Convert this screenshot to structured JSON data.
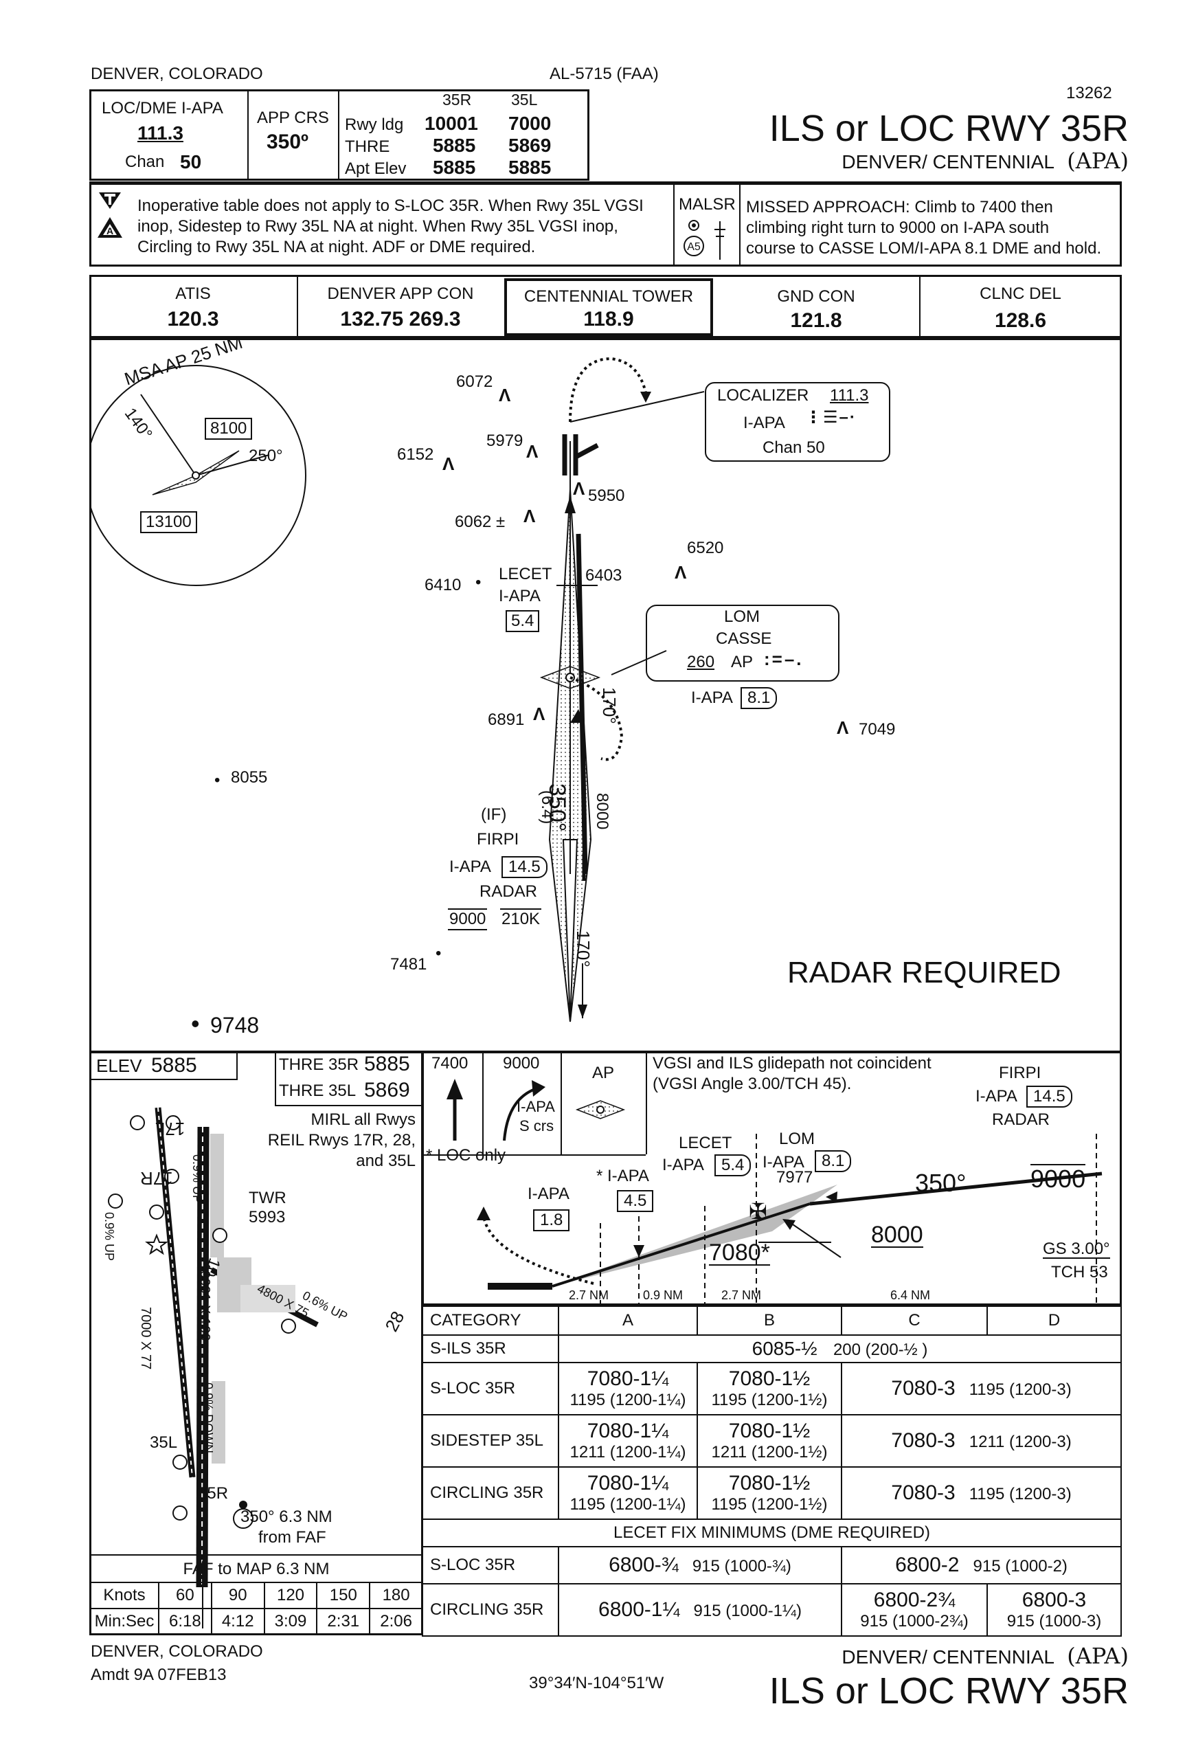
{
  "header": {
    "city": "DENVER, COLORADO",
    "ident": "AL-5715 (FAA)",
    "proc_number": "13262",
    "title": "ILS or LOC RWY 35R",
    "airport": "DENVER/ CENTENNIAL",
    "airport_code": "(APA)",
    "loc_label": "LOC/DME I-APA",
    "loc_freq": "111.3",
    "chan_label": "Chan",
    "chan_value": "50",
    "app_crs_label": "APP CRS",
    "app_crs_value": "350º",
    "rwy_col1": "35R",
    "rwy_col2": "35L",
    "rwy_ldg_label": "Rwy ldg",
    "rwy_ldg_35r": "10001",
    "rwy_ldg_35l": "7000",
    "thre_label": "THRE",
    "thre_35r": "5885",
    "thre_35l": "5869",
    "apt_elev_label": "Apt Elev",
    "apt_elev_35r": "5885",
    "apt_elev_35l": "5885"
  },
  "notes": {
    "line1": "Inoperative table does not apply to S-LOC 35R.  When Rwy 35L VGSI",
    "line2": "inop, Sidestep to Rwy 35L NA at night.  When Rwy 35L VGSI inop,",
    "line3": "Circling to Rwy 35L NA at night.  ADF or DME required.",
    "malsr": "MALSR",
    "missed_1": "MISSED APPROACH:  Climb to 7400 then",
    "missed_2": "climbing right turn to 9000 on I-APA south",
    "missed_3": "course to CASSE LOM/I-APA 8.1 DME and hold."
  },
  "comms": [
    {
      "label": "ATIS",
      "freq": "120.3"
    },
    {
      "label": "DENVER APP CON",
      "freq": "132.75  269.3"
    },
    {
      "label": "CENTENNIAL TOWER",
      "freq": "118.9"
    },
    {
      "label": "GND CON",
      "freq": "121.8"
    },
    {
      "label": "CLNC DEL",
      "freq": "128.6"
    }
  ],
  "planview": {
    "msa_label": "MSA AP 25 NM",
    "msa_140": "140°",
    "msa_250": "250°",
    "msa_alt_high": "8100",
    "msa_alt_low": "13100",
    "obstacles": [
      "6072",
      "5979",
      "6152",
      "5950",
      "6062 ±",
      "6520",
      "6410",
      "6403",
      "6891",
      "7049",
      "8055",
      "7481",
      "9748"
    ],
    "loc_box_title": "LOCALIZER",
    "loc_box_freq": "111.3",
    "loc_box_ident": "I-APA",
    "loc_box_chan": "Chan 50",
    "lecet": "LECET",
    "lecet_iapa": "I-APA",
    "lecet_dme": "5.4",
    "lom_label": "LOM",
    "casse": "CASSE",
    "casse_freq": "260",
    "casse_ident": "AP",
    "casse_iapa": "I-APA",
    "casse_dme": "8.1",
    "crs_170": "170°",
    "crs_350": "350°",
    "dist_64": "(6.4)",
    "alt_8000": "8000",
    "if_label": "(IF)",
    "firpi": "FIRPI",
    "firpi_iapa": "I-APA",
    "firpi_dme": "14.5",
    "radar": "RADAR",
    "firpi_alt": "9000",
    "firpi_spd": "210K",
    "crs_170b": "170°",
    "radar_required": "RADAR REQUIRED"
  },
  "airport_diagram": {
    "elev_label": "ELEV",
    "elev_value": "5885",
    "thre35r_label": "THRE 35R",
    "thre35r": "5885",
    "thre35l_label": "THRE 35L",
    "thre35l": "5869",
    "lighting1": "MIRL all Rwys",
    "lighting2": "REIL Rwys 17R, 28,",
    "lighting3": "and 35L",
    "rwy17l": "17L",
    "rwy17r": "17R",
    "twr": "TWR",
    "twr_elev": "5993",
    "rwy35l": "35L",
    "rwy35r": "35R",
    "rwy28": "28",
    "rwy10": "10",
    "dim_main": "10001 X 100",
    "dim_35l": "7000 X 77",
    "dim_10": "4800 X 75",
    "slope1": "0.9% UP",
    "slope2": "0.9% UP",
    "slope3": "0.9% DOWN",
    "slope4": "0.6% UP",
    "from_faf1": "350° 6.3 NM",
    "from_faf2": "from FAF",
    "faf_map": "FAF to MAP  6.3 NM"
  },
  "timing": {
    "knots_label": "Knots",
    "knots": [
      "60",
      "90",
      "120",
      "150",
      "180"
    ],
    "min_label": "Min:Sec",
    "times": [
      "6:18",
      "4:12",
      "3:09",
      "2:31",
      "2:06"
    ]
  },
  "profile": {
    "alt_7400": "7400",
    "alt_9000": "9000",
    "ap_label": "AP",
    "iapa_s": "I-APA",
    "s_crs": "S crs",
    "loc_only": "* LOC only",
    "vgsi1": "VGSI and ILS glidepath not coincident",
    "vgsi2": "(VGSI Angle 3.00/TCH 45).",
    "firpi": "FIRPI",
    "firpi_iapa": "I-APA",
    "firpi_dme": "14.5",
    "radar": "RADAR",
    "lom": "LOM",
    "lom_iapa": "I-APA",
    "lom_dme": "8.1",
    "lecet": "LECET",
    "lecet_iapa": "I-APA",
    "lecet_dme": "5.4",
    "star_iapa": "* I-APA",
    "star_dme": "4.5",
    "iapa18": "I-APA",
    "dme18": "1.8",
    "alt7977": "7977",
    "crs350": "350°",
    "alt9000b": "9000",
    "alt8000": "8000",
    "alt7080": "7080*",
    "gs": "GS 3.00°",
    "tch": "TCH 53",
    "seg1": "2.7 NM",
    "seg2": "0.9 NM",
    "seg3": "2.7 NM",
    "seg4": "6.4 NM"
  },
  "minimums": {
    "category_label": "CATEGORY",
    "cats": [
      "A",
      "B",
      "C",
      "D"
    ],
    "sils_label": "S-ILS 35R",
    "sils_value": "6085-½",
    "sils_hat": "200 (200-½ )",
    "sloc_label": "S-LOC 35R",
    "sloc_a1": "7080-1¼",
    "sloc_a2": "1195 (1200-1¼)",
    "sloc_b1": "7080-1½",
    "sloc_b2": "1195 (1200-1½)",
    "sloc_cd1": "7080-3",
    "sloc_cd2": "1195 (1200-3)",
    "side_label": "SIDESTEP 35L",
    "side_a1": "7080-1¼",
    "side_a2": "1211 (1200-1¼)",
    "side_b1": "7080-1½",
    "side_b2": "1211 (1200-1½)",
    "side_cd1": "7080-3",
    "side_cd2": "1211 (1200-3)",
    "circ_label": "CIRCLING 35R",
    "circ_a1": "7080-1¼",
    "circ_a2": "1195 (1200-1¼)",
    "circ_b1": "7080-1½",
    "circ_b2": "1195 (1200-1½)",
    "circ_cd1": "7080-3",
    "circ_cd2": "1195 (1200-3)",
    "lecet_header": "LECET FIX MINIMUMS (DME REQUIRED)",
    "lsloc_label": "S-LOC 35R",
    "lsloc_ab1": "6800-¾",
    "lsloc_ab2": "915 (1000-¾)",
    "lsloc_cd1": "6800-2",
    "lsloc_cd2": "915 (1000-2)",
    "lcirc_label": "CIRCLING 35R",
    "lcirc_ab1": "6800-1¼",
    "lcirc_ab2": "915 (1000-1¼)",
    "lcirc_c1": "6800-2¾",
    "lcirc_c2": "915 (1000-2¾)",
    "lcirc_d1": "6800-3",
    "lcirc_d2": "915 (1000-3)"
  },
  "footer": {
    "city": "DENVER, COLORADO",
    "amdt": "Amdt 9A  07FEB13",
    "coords": "39°34′N-104°51′W",
    "airport": "DENVER/ CENTENNIAL",
    "airport_code": "(APA)",
    "title": "ILS or LOC RWY 35R"
  }
}
